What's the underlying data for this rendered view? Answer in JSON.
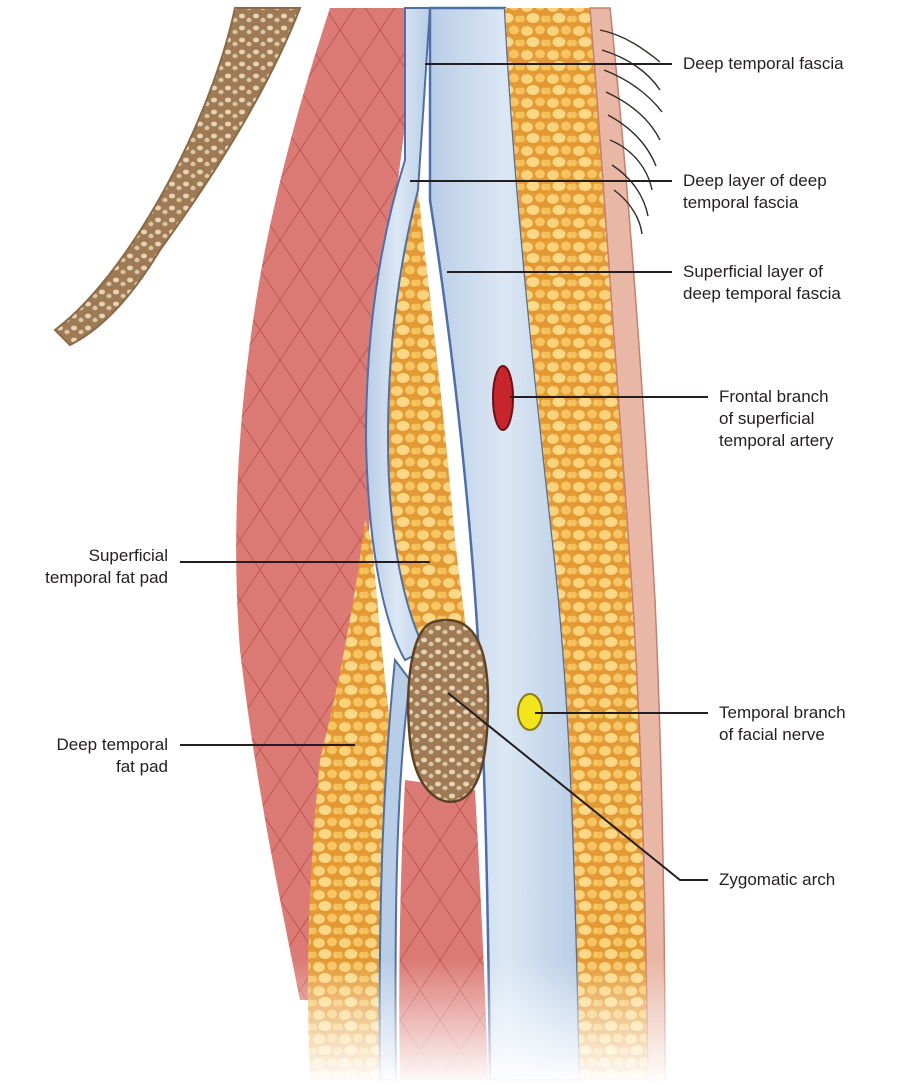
{
  "labels": {
    "deep_temporal_fascia": [
      "Deep temporal fascia"
    ],
    "deep_layer": [
      "Deep layer of deep",
      "temporal fascia"
    ],
    "superficial_layer": [
      "Superficial layer of",
      "deep temporal fascia"
    ],
    "frontal_branch": [
      "Frontal branch",
      "of superficial",
      "temporal artery"
    ],
    "superficial_fat_pad": [
      "Superficial",
      "temporal fat pad"
    ],
    "temporal_branch": [
      "Temporal branch",
      "of facial nerve"
    ],
    "deep_fat_pad": [
      "Deep temporal",
      "fat pad"
    ],
    "zygomatic_arch": [
      "Zygomatic arch"
    ]
  },
  "colors": {
    "muscle": "#d9706b",
    "fat": "#e9a840",
    "fascia": "#9db8da",
    "bone": "#a4825b",
    "artery": "#c8242c",
    "nerve": "#f2e51d",
    "skin": "#e4a792",
    "leader": "#231f20"
  }
}
